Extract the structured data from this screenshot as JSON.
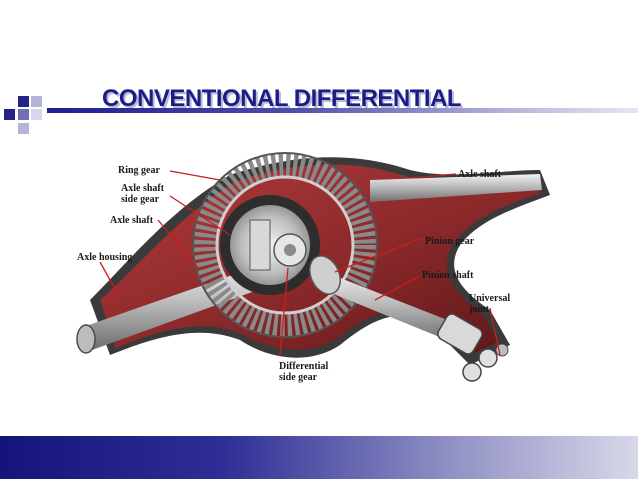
{
  "slide": {
    "title": "CONVENTIONAL DIFFERENTIAL"
  },
  "diagram": {
    "labels": {
      "ring_gear": "Ring gear",
      "axle_shaft_side_gear_line1": "Axle shaft",
      "axle_shaft_side_gear_line2": "side gear",
      "axle_shaft_left": "Axle shaft",
      "axle_housing": "Axle housing",
      "axle_shaft_right": "Axle shaft",
      "pinion_gear": "Pinion gear",
      "pinion_shaft": "Pinion shaft",
      "universal_joint_line1": "Universal",
      "universal_joint_line2": "joint",
      "differential_side_gear_line1": "Differential",
      "differential_side_gear_line2": "side gear"
    }
  },
  "colors": {
    "title": "#1c1c86",
    "housing": "#8e2a2c",
    "leader_lines": "#c81e1e",
    "footer": "#14147a"
  }
}
